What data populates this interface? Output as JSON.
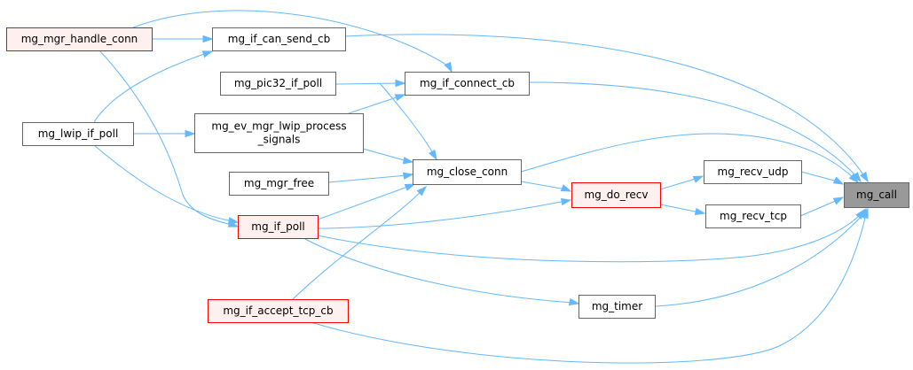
{
  "graph": {
    "colors": {
      "edge": "#63b8ff",
      "normal_fill": "#ffffff",
      "normal_border": "#666666",
      "highlight_fill": "#fff0f0",
      "highlight_border": "#ff0000",
      "focus_fill": "#999999",
      "focus_border": "#666666"
    },
    "nodes": {
      "mg_call": {
        "lines": [
          "mg_call"
        ],
        "style": "focus"
      },
      "mg_recv_udp": {
        "lines": [
          "mg_recv_udp"
        ],
        "style": "normal"
      },
      "mg_recv_tcp": {
        "lines": [
          "mg_recv_tcp"
        ],
        "style": "normal"
      },
      "mg_timer": {
        "lines": [
          "mg_timer"
        ],
        "style": "normal"
      },
      "mg_do_recv": {
        "lines": [
          "mg_do_recv"
        ],
        "style": "highlight"
      },
      "mg_close_conn": {
        "lines": [
          "mg_close_conn"
        ],
        "style": "normal"
      },
      "mg_if_connect_cb": {
        "lines": [
          "mg_if_connect_cb"
        ],
        "style": "normal"
      },
      "mg_if_can_send_cb": {
        "lines": [
          "mg_if_can_send_cb"
        ],
        "style": "normal"
      },
      "mg_pic32_if_poll": {
        "lines": [
          "mg_pic32_if_poll"
        ],
        "style": "normal"
      },
      "mg_ev_mgr_lwip_process_signals": {
        "lines": [
          "mg_ev_mgr_lwip_process",
          "_signals"
        ],
        "style": "normal"
      },
      "mg_mgr_free": {
        "lines": [
          "mg_mgr_free"
        ],
        "style": "normal"
      },
      "mg_if_poll": {
        "lines": [
          "mg_if_poll"
        ],
        "style": "highlight"
      },
      "mg_if_accept_tcp_cb": {
        "lines": [
          "mg_if_accept_tcp_cb"
        ],
        "style": "highlight"
      },
      "mg_mgr_handle_conn": {
        "lines": [
          "mg_mgr_handle_conn"
        ],
        "style": "highlight"
      },
      "mg_lwip_if_poll": {
        "lines": [
          "mg_lwip_if_poll"
        ],
        "style": "normal"
      }
    }
  }
}
